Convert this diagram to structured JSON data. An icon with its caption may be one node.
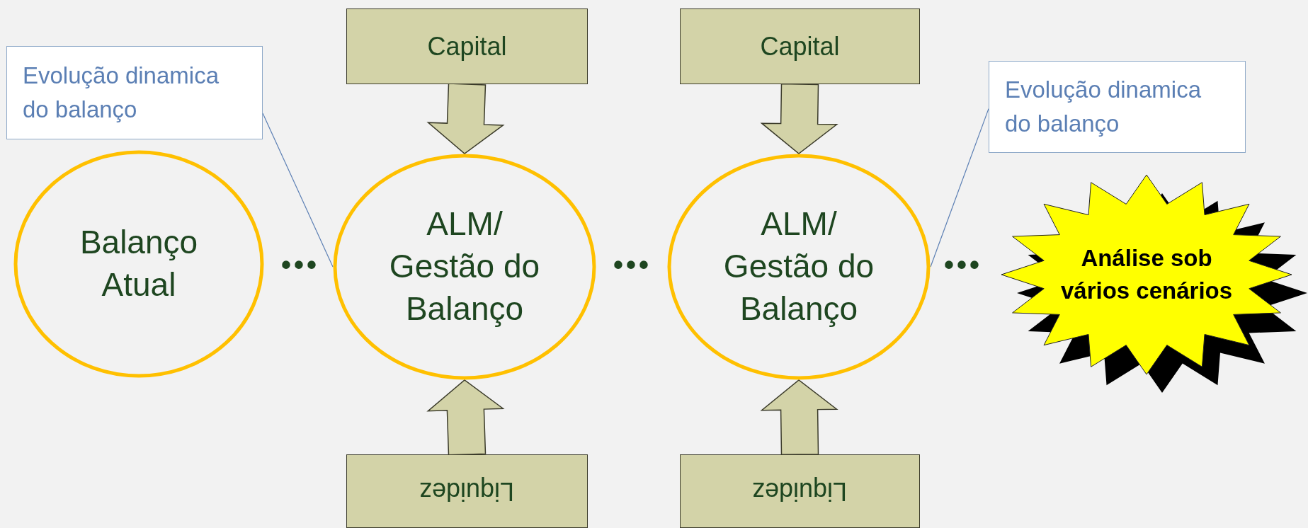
{
  "diagram": {
    "nodes": [
      {
        "text": [
          "Evolução dinamica do balanço"
        ]
      },
      {
        "text": [
          "Capital"
        ]
      },
      {
        "text": [
          "Capital"
        ]
      },
      {
        "text": [
          "Evolução dinamica do balanço"
        ]
      },
      {
        "text": [
          "Balanço Atual"
        ]
      },
      {
        "text": [
          "ALM/ Gestão do Balanço"
        ]
      },
      {
        "text": [
          "ALM/ Gestão do Balanço"
        ]
      },
      {
        "text": [
          "Análise sob vários cenários"
        ]
      },
      {
        "text": [
          "Liquidez"
        ]
      },
      {
        "text": [
          "Liquidez"
        ]
      }
    ],
    "edges": [
      {
        "from": 1,
        "to": 5,
        "arrow": "to",
        "style": "thick"
      },
      {
        "from": 2,
        "to": 6,
        "arrow": "to",
        "style": "thick"
      },
      {
        "from": 8,
        "to": 5,
        "arrow": "to",
        "style": "thick"
      },
      {
        "from": 9,
        "to": 6,
        "arrow": "to",
        "style": "thick"
      },
      {
        "from": 0,
        "to": 5,
        "arrow": "none",
        "color": "#5b7fb4"
      },
      {
        "from": 3,
        "to": 6,
        "arrow": "none",
        "color": "#5b7fb4"
      }
    ],
    "labels": [
      "•••",
      "•••",
      "•••"
    ]
  }
}
